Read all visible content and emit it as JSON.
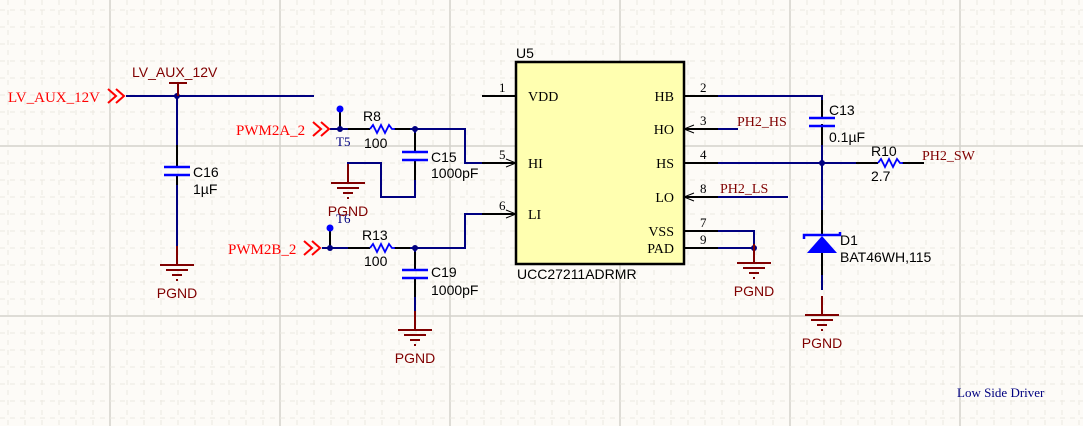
{
  "colors": {
    "background": "#fdfbf7",
    "wire": "#000080",
    "pin": "#000000",
    "component": "#0000ff",
    "component_body": "#ffffb0",
    "power": "#800000",
    "port": "#ff0000",
    "net_label": "#800000",
    "designator": "#000000",
    "test_point_label": "#000080",
    "note": "#000080"
  },
  "ports": {
    "lv_aux_12v": "LV_AUX_12V",
    "pwm2a": "PWM2A_2",
    "pwm2b": "PWM2B_2"
  },
  "power": {
    "lv_aux_12v": "LV_AUX_12V",
    "pgnd_c16": "PGND",
    "pgnd_t5": "PGND",
    "pgnd_c19": "PGND",
    "pgnd_u5": "PGND",
    "pgnd_d1": "PGND"
  },
  "test_points": {
    "t5": "T5",
    "t6": "T6"
  },
  "components": {
    "c16": {
      "designator": "C16",
      "value": "1µF"
    },
    "r8": {
      "designator": "R8",
      "value": "100"
    },
    "c15": {
      "designator": "C15",
      "value": "1000pF"
    },
    "r13": {
      "designator": "R13",
      "value": "100"
    },
    "c19": {
      "designator": "C19",
      "value": "1000pF"
    },
    "c13": {
      "designator": "C13",
      "value": "0.1µF"
    },
    "r10": {
      "designator": "R10",
      "value": "2.7"
    },
    "d1": {
      "designator": "D1",
      "value": "BAT46WH,115"
    },
    "u5": {
      "designator": "U5",
      "part": "UCC27211ADRMR",
      "pins_left": [
        {
          "num": "1",
          "name": "VDD"
        },
        {
          "num": "5",
          "name": "HI"
        },
        {
          "num": "6",
          "name": "LI"
        }
      ],
      "pins_right": [
        {
          "num": "2",
          "name": "HB"
        },
        {
          "num": "3",
          "name": "HO"
        },
        {
          "num": "4",
          "name": "HS"
        },
        {
          "num": "8",
          "name": "LO"
        },
        {
          "num": "7",
          "name": "VSS"
        },
        {
          "num": "9",
          "name": "PAD"
        }
      ]
    }
  },
  "net_labels": {
    "ph2_hs": "PH2_HS",
    "ph2_ls": "PH2_LS",
    "ph2_sw": "PH2_SW"
  },
  "note": "Low Side Driver"
}
